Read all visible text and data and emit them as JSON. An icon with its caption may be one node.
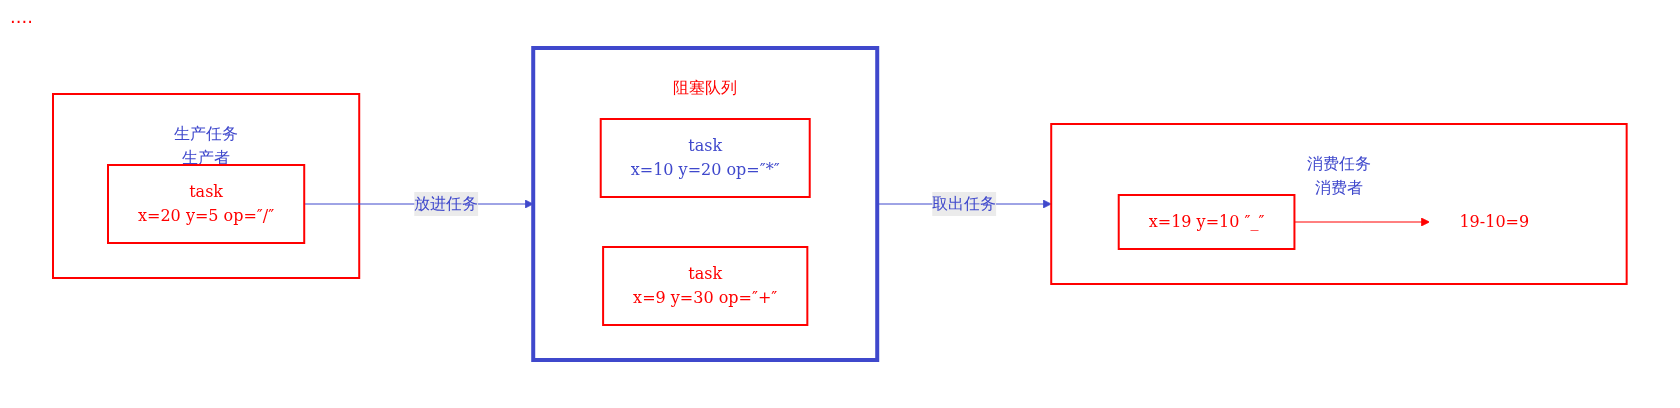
{
  "diagram": {
    "nodes": [
      {
        "text": [
          "生产任务",
          "生产者"
        ]
      },
      {
        "text": [
          "task",
          "x=20 y=5 op=″/″"
        ],
        "in": 0
      },
      {
        "text": [
          "阻塞队列"
        ]
      },
      {
        "text": [
          "task",
          "x=10 y=20 op=″*″"
        ],
        "in": 2
      },
      {
        "text": [
          "task",
          "x=9 y=30 op=″+″"
        ],
        "in": 2
      },
      {
        "text": [
          "消费任务",
          "消费者"
        ]
      },
      {
        "text": [
          "x=19 y=10 ″_″"
        ],
        "in": 5
      },
      {
        "text": [
          "19-10=9"
        ],
        "in": 5
      }
    ],
    "edges": [
      {
        "from": 1,
        "to": 2,
        "arrow": "to",
        "label": "放进任务",
        "color": "#3f48cc"
      },
      {
        "from": 2,
        "to": 5,
        "arrow": "to",
        "label": "取出任务",
        "color": "#3f48cc"
      },
      {
        "from": 6,
        "to": 7,
        "arrow": "to",
        "color": "#ff0000"
      }
    ],
    "labels": [
      "...."
    ]
  }
}
